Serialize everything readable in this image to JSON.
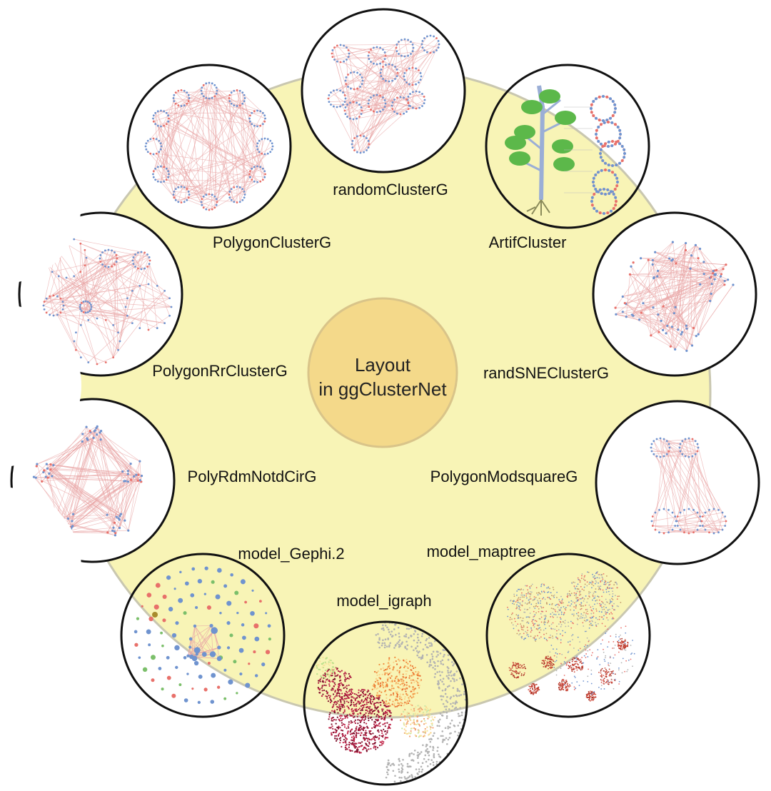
{
  "center": {
    "line1": "Layout",
    "line2": "in ggClusterNet"
  },
  "layouts": [
    {
      "id": "randomClusterG",
      "label": "randomClusterG"
    },
    {
      "id": "ArtifCluster",
      "label": "ArtifCluster"
    },
    {
      "id": "randSNEClusterG",
      "label": "randSNEClusterG"
    },
    {
      "id": "PolygonModsquareG",
      "label": "PolygonModsquareG"
    },
    {
      "id": "model_maptree",
      "label": "model_maptree"
    },
    {
      "id": "model_igraph",
      "label": "model_igraph"
    },
    {
      "id": "model_Gephi.2",
      "label": "model_Gephi.2"
    },
    {
      "id": "PolyRdmNotdCirG",
      "label": "PolyRdmNotdCirG"
    },
    {
      "id": "PolygonRrClusterG",
      "label": "PolygonRrClusterG"
    },
    {
      "id": "PolygonClusterG",
      "label": "PolygonClusterG"
    }
  ],
  "colors": {
    "background_disc": "#f8f4b6",
    "background_disc_border": "#c9c7b0",
    "center_fill": "#f4d98a",
    "center_border": "#d9c489",
    "edge_color": "#e9a6a6",
    "node_blue": "#6f93cf",
    "node_red": "#e8706a",
    "node_green": "#7bbf6a",
    "node_gold": "#a88b2c",
    "node_gray": "#b3b3b3",
    "plant_green": "#5cb84a",
    "plant_stem": "#9aaed6",
    "root_color": "#8a8a5a",
    "igraph_dark": "#a8143a",
    "igraph_orange": "#f08a3c"
  }
}
